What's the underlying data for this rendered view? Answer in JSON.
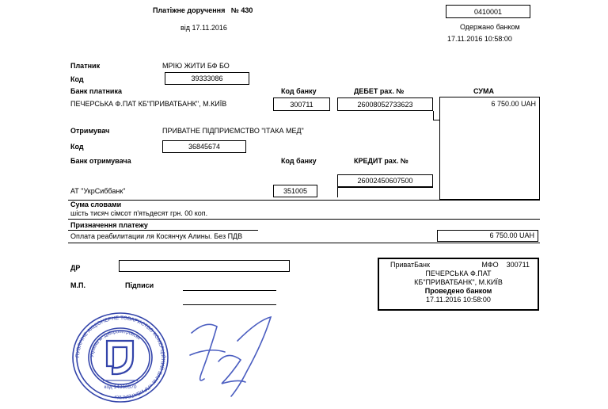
{
  "header": {
    "doc_title": "Платіжне доручення",
    "doc_number": "№ 430",
    "doc_date": "від 17.11.2016",
    "form_code": "0410001",
    "received_label": "Одержано банком",
    "received_datetime": "17.11.2016 10:58:00"
  },
  "payer": {
    "label": "Платник",
    "name": "МРІЮ ЖИТИ БФ БО",
    "code_label": "Код",
    "code": "39333086",
    "bank_label": "Банк платника",
    "bank_name": "ПЕЧЕРСЬКА Ф.ПАТ КБ\"ПРИВАТБАНК\", М.КИЇВ",
    "bank_code_label": "Код банку",
    "bank_code": "300711",
    "debit_label": "ДЕБЕТ рах. №",
    "debit_account": "26008052733623",
    "sum_label": "СУМА",
    "sum": "6 750.00 UAH"
  },
  "recipient": {
    "label": "Отримувач",
    "name": "ПРИВАТНЕ ПІДПРИЄМСТВО \"ІТАКА МЕД\"",
    "code_label": "Код",
    "code": "36845674",
    "bank_label": "Банк отримувача",
    "bank_code_label": "Код банку",
    "credit_label": "КРЕДИТ рах. №",
    "credit_account": "26002450607500",
    "bank_name": "АТ \"УкрСиббанк\"",
    "bank_code": "351005"
  },
  "sum_words": {
    "label": "Сума словами",
    "text": "шість тисяч сімсот п'ятьдесят грн. 00 коп."
  },
  "purpose": {
    "label": "Призначення платежу",
    "text": "Оплата реабилитации ля Косянчук Алины. Без ПДВ",
    "sum": "6 750.00 UAH"
  },
  "footer": {
    "dr_label": "ДР",
    "mp_label": "М.П.",
    "signatures_label": "Підписи",
    "bank_stamp": {
      "bank": "ПриватБанк",
      "mfo_label": "МФО",
      "mfo": "300711",
      "branch_line1": "ПЕЧЕРСЬКА Ф.ПАТ",
      "branch_line2": "КБ\"ПРИВАТБАНК\", М.КИЇВ",
      "processed_label": "Проведено банком",
      "processed_datetime": "17.11.2016 10:58:00"
    }
  },
  "seal": {
    "outer_text": "ПУБЛІЧНЕ АКЦІОНЕРНЕ ТОВАРИСТВО КОМЕРЦІЙНИЙ БАНК «ПРИВАТБАНК»",
    "inner_text": "Україна м. Дніпропетровськ",
    "code_text": "код 14360570",
    "color": "#3344aa"
  },
  "signature_color": "#4a5dc0"
}
